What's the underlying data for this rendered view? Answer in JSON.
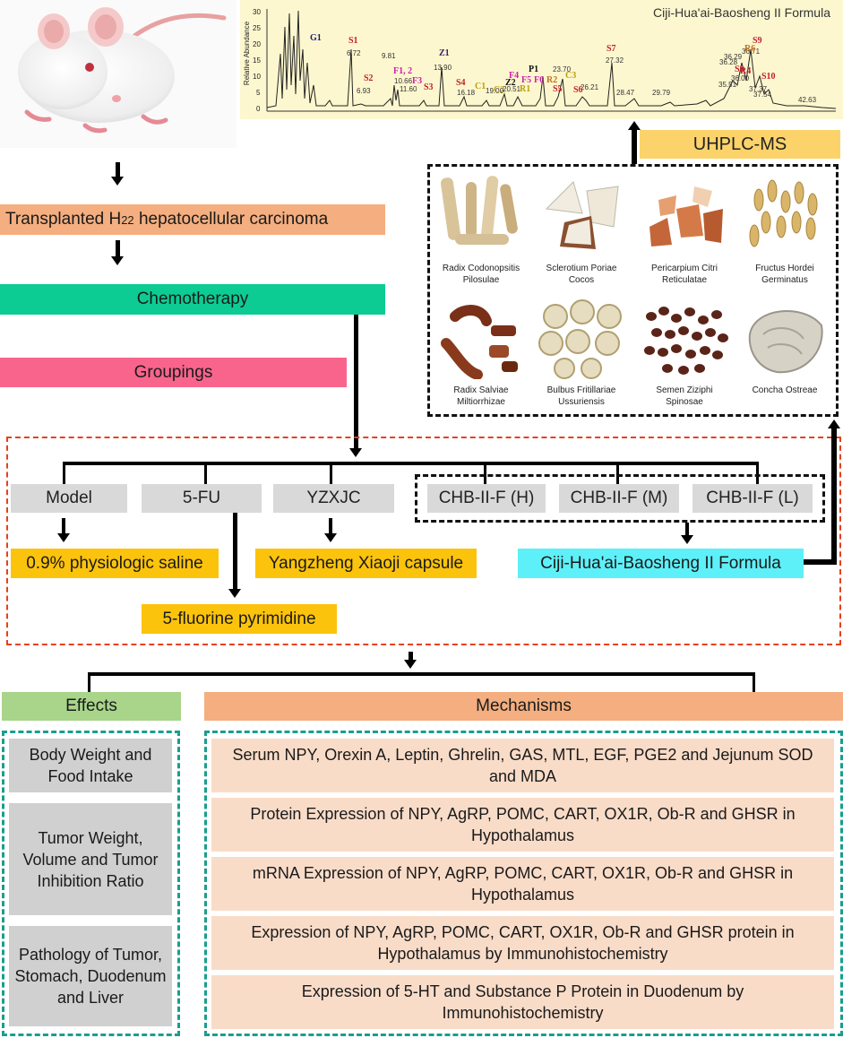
{
  "mouse_image": "mouse",
  "chromatogram": {
    "title": "Ciji-Hua'ai-Baosheng II Formula",
    "ylabel": "Relative Abundance",
    "yticks": [
      "30",
      "25",
      "20",
      "15",
      "10",
      "5",
      "0"
    ],
    "peaks_black": [
      "G1",
      "Z1",
      "P1",
      "Z2"
    ],
    "peaks_red": [
      "S1",
      "S2",
      "S3",
      "S4",
      "S5",
      "S6",
      "S7",
      "S8",
      "S9",
      "S10",
      "R4"
    ],
    "peaks_magenta": [
      "F1, 2",
      "F3",
      "F4",
      "F5",
      "F6"
    ],
    "peaks_gold": [
      "C1",
      "C2",
      "C3",
      "R1",
      "R2",
      "R6"
    ],
    "times": [
      "6.72",
      "9.81",
      "10.66",
      "11.60",
      "13.90",
      "16.18",
      "19.00",
      "20.51",
      "23.70",
      "27.32",
      "28.47",
      "29.79",
      "36.29",
      "36.28",
      "36.00",
      "35.51",
      "36.71",
      "37.37",
      "37.54",
      "42.63",
      "6.93",
      "26.21"
    ]
  },
  "left_flow": {
    "transplanted": "Transplanted H",
    "transplanted_sub": "22",
    "transplanted_tail": " hepatocellular carcinoma",
    "chemotherapy": "Chemotherapy",
    "groupings": "Groupings"
  },
  "uhplc": "UHPLC-MS",
  "herbs": [
    {
      "name1": "Radix  Codonopsitis",
      "name2": "Pilosulae",
      "icon": "root-icon"
    },
    {
      "name1": "Sclerotium Poriae",
      "name2": "Cocos",
      "icon": "fungus-icon"
    },
    {
      "name1": "Pericarpium Citri",
      "name2": "Reticulatae",
      "icon": "peel-icon"
    },
    {
      "name1": "Fructus Hordei",
      "name2": "Germinatus",
      "icon": "grain-icon"
    },
    {
      "name1": "Radix Salviae",
      "name2": "Miltiorrhizae",
      "icon": "red-root-icon"
    },
    {
      "name1": "Bulbus Fritillariae",
      "name2": "Ussuriensis",
      "icon": "bulb-icon"
    },
    {
      "name1": "Semen Ziziphi",
      "name2": "Spinosae",
      "icon": "seed-icon"
    },
    {
      "name1": "Concha Ostreae",
      "name2": "",
      "icon": "shell-icon"
    }
  ],
  "groups": {
    "model": "Model",
    "fu": "5-FU",
    "yzxjc": "YZXJC",
    "h": "CHB-II-F (H)",
    "m": "CHB-II-F (M)",
    "l": "CHB-II-F (L)"
  },
  "treatments": {
    "saline": "0.9% physiologic saline",
    "yangzheng": "Yangzheng Xiaoji capsule",
    "fluorine": "5-fluorine pyrimidine",
    "ciji": "Ciji-Hua'ai-Baosheng II Formula"
  },
  "effects": {
    "header": "Effects",
    "items": [
      "Body Weight and Food Intake",
      "Tumor Weight, Volume and Tumor Inhibition Ratio",
      "Pathology of Tumor, Stomach, Duodenum and Liver"
    ]
  },
  "mechanisms": {
    "header": "Mechanisms",
    "items": [
      "Serum NPY, Orexin A, Leptin, Ghrelin, GAS, MTL, EGF, PGE2 and Jejunum SOD and MDA",
      "Protein Expression of NPY, AgRP, POMC, CART, OX1R, Ob-R and GHSR in Hypothalamus",
      "mRNA Expression of NPY, AgRP, POMC, CART, OX1R, Ob-R and GHSR in Hypothalamus",
      "Expression of NPY, AgRP, POMC, CART, OX1R, Ob-R and GHSR protein in Hypothalamus by Immunohistochemistry",
      "Expression of 5-HT and Substance P Protein in Duodenum by Immunohistochemistry"
    ]
  },
  "colors": {
    "orange": "#f4ae7f",
    "green": "#0ccc94",
    "pink": "#f8648c",
    "gold": "#fcc30c",
    "cyan": "#5df0f8",
    "effects_green": "#a8d58a",
    "red_dash": "#e8401c",
    "teal_dash": "#1a9e8e",
    "chrom_bg": "#fdf7cf"
  }
}
